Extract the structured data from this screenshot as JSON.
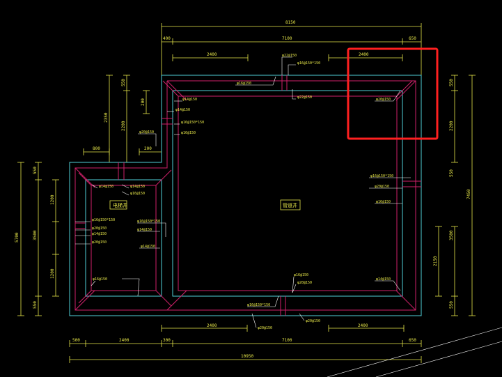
{
  "drawing": {
    "colors": {
      "background": "#000000",
      "wall_outline": "#4fd0d8",
      "rebar": "#d0206a",
      "dimension": "#e8e84a",
      "leader": "#ffffff",
      "highlight": "#ff2020",
      "inner_wall": "#b0b0c0"
    },
    "top_dims": {
      "overall": "8150",
      "left": "400",
      "middle": "7100",
      "right": "650",
      "span_left": "2400",
      "span_right": "2400"
    },
    "bottom_dims": {
      "overall": "10950",
      "seg1": "500",
      "seg2": "2400",
      "seg3": "300",
      "seg4": "7100",
      "seg5": "650",
      "span_left": "2400",
      "span_right": "2400"
    },
    "left_dims": {
      "upper_550": "550",
      "upper_2350": "2350",
      "upper_2200": "2200",
      "upper_200": "200",
      "gap_800": "800",
      "gap_200": "200",
      "lower_total": "5700",
      "lower_550a": "550",
      "lower_1200a": "1200",
      "lower_3500": "3500",
      "lower_1200b": "1200",
      "lower_550b": "550"
    },
    "right_dims": {
      "overall": "7450",
      "d550a": "550",
      "d2200": "2200",
      "d550b": "550",
      "d3500": "3500",
      "d2150": "2150",
      "d550c": "550"
    },
    "rooms": {
      "left_room": "电梯井",
      "main_room": "管道井"
    },
    "annotations": {
      "a1": "φ16@150",
      "a2": "φ22@150",
      "a3": "φ16@150*150",
      "a4": "φ22@150",
      "a5": "φ14@150",
      "a6": "φ14@150",
      "a7": "φ16@150*150",
      "a8": "φ16@150",
      "a9": "φ20@150",
      "a10": "φ20@150",
      "a11": "φ14@150",
      "a12": "φ14@150",
      "a13": "φ16@150*150",
      "a14": "φ20@150",
      "a15": "φ16@150",
      "a16": "φ14@150",
      "a17": "φ16@150*150",
      "a18": "φ20@150",
      "a19": "φ16@150",
      "a20": "φ16@150*150",
      "a21": "φ20@150",
      "a22": "φ14@150",
      "a23": "φ14@150",
      "a24": "φ16@150",
      "a25": "φ20@150",
      "a26": "φ16@150*150",
      "a27": "φ20@150",
      "a28": "φ14@150",
      "a29": "φ20@150",
      "a30": "φ16@150"
    }
  }
}
